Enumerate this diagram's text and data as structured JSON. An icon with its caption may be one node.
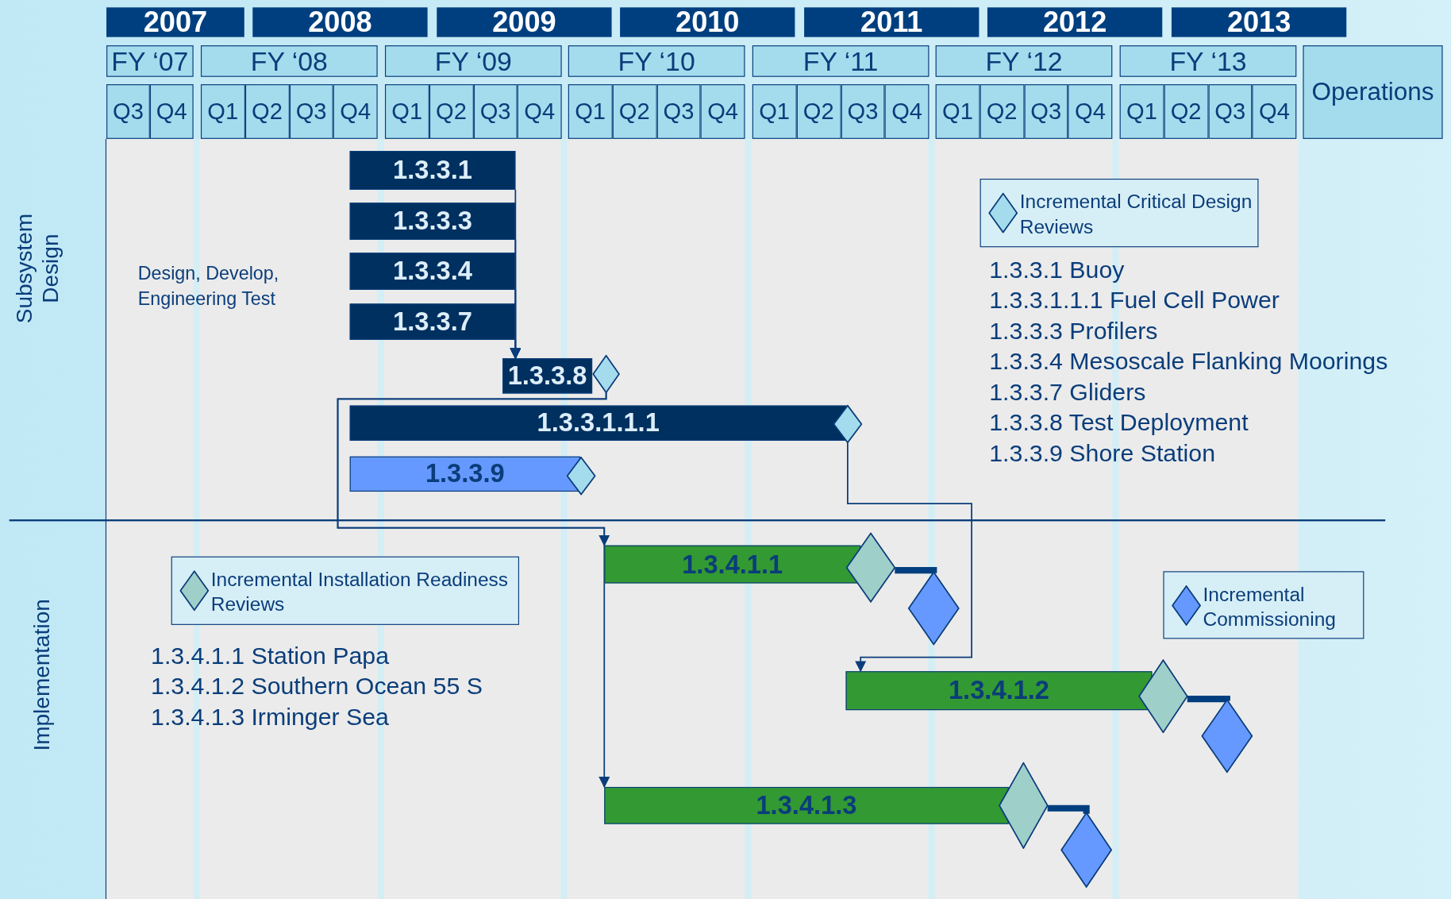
{
  "diagram": {
    "nodes": [
      {
        "text": [
          "2007"
        ]
      },
      {
        "text": [
          "2008"
        ]
      },
      {
        "text": [
          "2009"
        ]
      },
      {
        "text": [
          "2010"
        ]
      },
      {
        "text": [
          "2011"
        ]
      },
      {
        "text": [
          "2012"
        ]
      },
      {
        "text": [
          "2013"
        ]
      },
      {
        "text": [
          "FY ‘07"
        ]
      },
      {
        "text": [
          "FY ‘08"
        ]
      },
      {
        "text": [
          "FY ‘09"
        ]
      },
      {
        "text": [
          "FY ‘10"
        ]
      },
      {
        "text": [
          "FY ‘11"
        ]
      },
      {
        "text": [
          "FY ‘12"
        ]
      },
      {
        "text": [
          "FY ‘13"
        ]
      },
      {
        "text": [
          "Operations"
        ]
      },
      {
        "text": [
          "Q3"
        ]
      },
      {
        "text": [
          "Q4"
        ]
      },
      {
        "text": [
          "Q1"
        ]
      },
      {
        "text": [
          "Q2"
        ]
      },
      {
        "text": [
          "Q3"
        ]
      },
      {
        "text": [
          "Q4"
        ]
      },
      {
        "text": [
          "Q1"
        ]
      },
      {
        "text": [
          "Q2"
        ]
      },
      {
        "text": [
          "Q3"
        ]
      },
      {
        "text": [
          "Q4"
        ]
      },
      {
        "text": [
          "Q1"
        ]
      },
      {
        "text": [
          "Q2"
        ]
      },
      {
        "text": [
          "Q3"
        ]
      },
      {
        "text": [
          "Q4"
        ]
      },
      {
        "text": [
          "Q1"
        ]
      },
      {
        "text": [
          "Q2"
        ]
      },
      {
        "text": [
          "Q3"
        ]
      },
      {
        "text": [
          "Q4"
        ]
      },
      {
        "text": [
          "Q1"
        ]
      },
      {
        "text": [
          "Q2"
        ]
      },
      {
        "text": [
          "Q3"
        ]
      },
      {
        "text": [
          "Q4"
        ]
      },
      {
        "text": [
          "Q1"
        ]
      },
      {
        "text": [
          "Q2"
        ]
      },
      {
        "text": [
          "Q3"
        ]
      },
      {
        "text": [
          "Q4"
        ]
      },
      {
        "text": [
          "1.3.3.1"
        ]
      },
      {
        "text": [
          "1.3.3.3"
        ]
      },
      {
        "text": [
          "1.3.3.4"
        ]
      },
      {
        "text": [
          "1.3.3.7"
        ]
      },
      {
        "text": [
          "1.3.3.8"
        ]
      },
      {
        "text": [],
        "shape": "diamond"
      },
      {
        "text": [
          "1.3.3.1.1.1"
        ]
      },
      {
        "text": [],
        "shape": "diamond"
      },
      {
        "text": [
          "1.3.3.9"
        ]
      },
      {
        "text": [],
        "shape": "diamond"
      },
      {
        "text": [
          "1.3.4.1.1"
        ]
      },
      {
        "text": [],
        "shape": "diamond"
      },
      {
        "text": [],
        "shape": "diamond"
      },
      {
        "text": [
          "1.3.4.1.2"
        ]
      },
      {
        "text": [],
        "shape": "diamond"
      },
      {
        "text": [],
        "shape": "diamond"
      },
      {
        "text": [
          "1.3.4.1.3"
        ]
      },
      {
        "text": [],
        "shape": "diamond"
      },
      {
        "text": [],
        "shape": "diamond"
      }
    ],
    "edges": [
      {
        "from": 41,
        "to": 45,
        "arrow": "to"
      },
      {
        "from": 42,
        "to": 45,
        "arrow": "to"
      },
      {
        "from": 43,
        "to": 45,
        "arrow": "to"
      },
      {
        "from": 44,
        "to": 45,
        "arrow": "to"
      },
      {
        "from": 46,
        "to": 51,
        "arrow": "to"
      },
      {
        "from": 46,
        "to": 57,
        "arrow": "to"
      },
      {
        "from": 48,
        "to": 54,
        "arrow": "to"
      },
      {
        "from": 52,
        "to": 53,
        "arrow": "none",
        "style": "thick"
      },
      {
        "from": 55,
        "to": 56,
        "arrow": "none",
        "style": "thick"
      },
      {
        "from": 58,
        "to": 59,
        "arrow": "none",
        "style": "thick"
      }
    ],
    "labels": [
      "Subsystem Design",
      "Design, Develop, Engineering Test",
      "1.3.3.1 Buoy",
      "1.3.3.1.1.1 Fuel Cell Power",
      "1.3.3.3 Profilers",
      "1.3.3.4 Mesoscale Flanking Moorings",
      "1.3.3.7 Gliders",
      "1.3.3.8 Test Deployment",
      "1.3.3.9 Shore Station",
      "Implementation",
      "1.3.4.1.1 Station Papa",
      "1.3.4.1.2 Southern Ocean 55 S",
      "1.3.4.1.3 Irminger Sea"
    ],
    "legend": [
      {
        "text": "Incremental Critical Design Reviews",
        "color": "#a4dcee"
      },
      {
        "text": "Incremental Installation Readiness Reviews",
        "color": "#9fcfc9"
      },
      {
        "text": "Incremental Commissioning",
        "color": "#6699ff"
      }
    ]
  }
}
